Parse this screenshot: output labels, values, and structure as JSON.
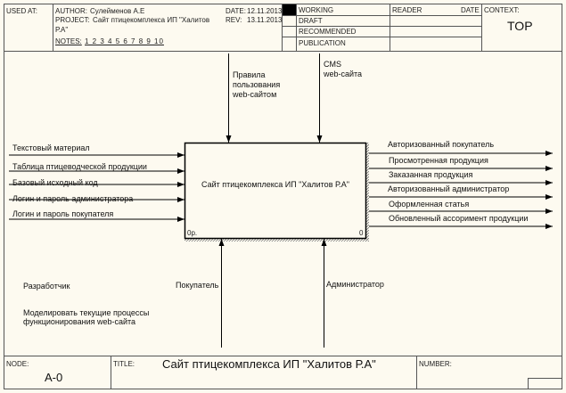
{
  "header": {
    "used_at_label": "USED AT:",
    "author_label": "AUTHOR:",
    "author": "Сулейменов А.Е",
    "project_label": "PROJECT:",
    "project_line1": "Сайт птицекомплекса ИП \"Халитов",
    "project_line2": "Р.А\"",
    "date_label": "DATE:",
    "date": "12.11.2013",
    "rev_label": "REV:",
    "rev": "13.11.2013",
    "notes_label": "NOTES:",
    "notes": "1 2 3 4 5 6 7 8 9 10",
    "status": [
      "WORKING",
      "DRAFT",
      "RECOMMENDED",
      "PUBLICATION"
    ],
    "reader_label": "READER",
    "reader_date_label": "DATE",
    "context_label": "CONTEXT:",
    "context": "TOP"
  },
  "activity": {
    "name": "Сайт птицекомплекса ИП \"Халитов Р.А\"",
    "cost": "0р.",
    "number": "0"
  },
  "controls": [
    "Правила\nпользования\nweb-сайтом",
    "CMS\nweb-сайта"
  ],
  "inputs": [
    "Текстовый материал",
    "Таблица птицеводческой продукции",
    "Базовый исходный код",
    "Логин и пароль администратора",
    "Логин и пароль покупателя"
  ],
  "outputs": [
    "Авторизованный покупатель",
    "Просмотренная продукция",
    "Заказанная продукция",
    "Авторизованный администратор",
    "Оформленная статья",
    "Обновленный ассоримент продукции"
  ],
  "mechanisms": [
    "Покупатель",
    "Администратор"
  ],
  "notes": {
    "role": "Разработчик",
    "purpose_line1": "Моделировать текущие процессы",
    "purpose_line2": "функционирования web-сайта"
  },
  "footer": {
    "node_label": "NODE:",
    "node": "A-0",
    "title_label": "TITLE:",
    "title": "Сайт птицекомплекса ИП \"Халитов Р.А\"",
    "number_label": "NUMBER:"
  }
}
